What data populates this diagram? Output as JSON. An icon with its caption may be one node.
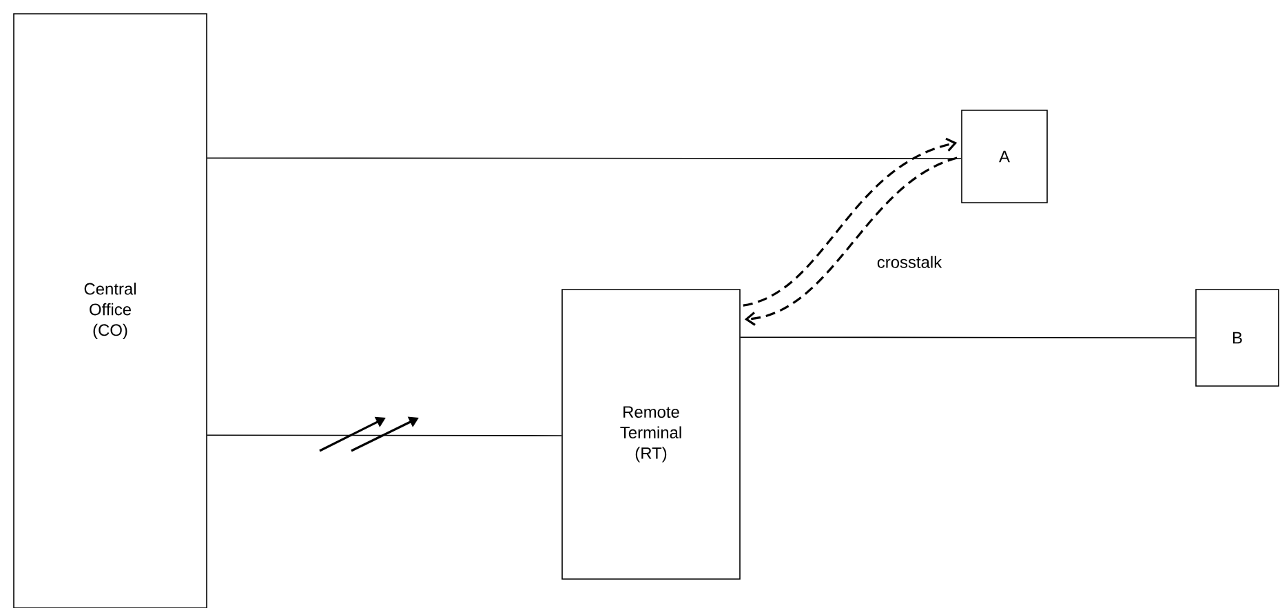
{
  "diagram": {
    "nodes": [
      {
        "text": [
          "Central Office (CO)"
        ]
      },
      {
        "text": [
          "A"
        ]
      },
      {
        "text": [
          "Remote Terminal (RT)"
        ]
      },
      {
        "text": [
          "B"
        ]
      }
    ],
    "edges": [
      {
        "from": 0,
        "to": 1,
        "arrow": "none"
      },
      {
        "from": 0,
        "to": 2,
        "arrow": "none"
      },
      {
        "from": 2,
        "to": 3,
        "arrow": "none"
      },
      {
        "from": 2,
        "to": 1,
        "arrow": "to",
        "style": "dashed"
      },
      {
        "from": 1,
        "to": 2,
        "arrow": "to",
        "style": "dashed"
      }
    ],
    "labels": [
      "crosstalk"
    ]
  }
}
